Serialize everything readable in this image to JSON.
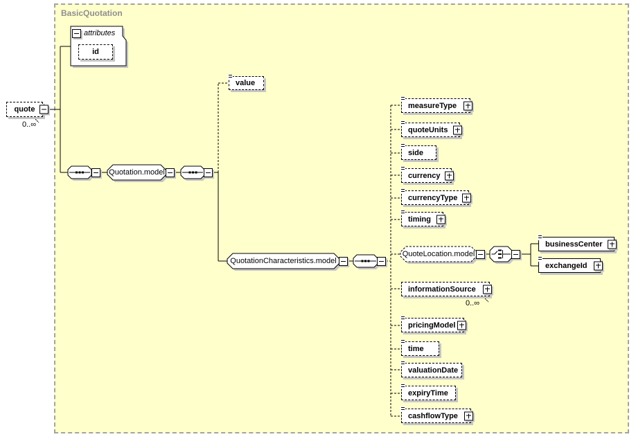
{
  "colors": {
    "container_bg": "#ffffcc",
    "shadow": "#c6c6c6",
    "group_label_color": "#8f8f8f"
  },
  "group": {
    "label": "BasicQuotation"
  },
  "root": {
    "label": "quote",
    "occurrence": "0..∞"
  },
  "attributes": {
    "label": "attributes",
    "items": [
      {
        "label": "id"
      }
    ]
  },
  "models": {
    "quotation": "Quotation.model",
    "quotationCharacteristics": "QuotationCharacteristics.model",
    "quoteLocation": "QuoteLocation.model"
  },
  "elements": {
    "value": "value",
    "measureType": "measureType",
    "quoteUnits": "quoteUnits",
    "side": "side",
    "currency": "currency",
    "currencyType": "currencyType",
    "timing": "timing",
    "businessCenter": "businessCenter",
    "exchangeId": "exchangeId",
    "informationSource": "informationSource",
    "pricingModel": "pricingModel",
    "time": "time",
    "valuationDate": "valuationDate",
    "expiryTime": "expiryTime",
    "cashflowType": "cashflowType"
  },
  "occurrences": {
    "informationSource": "0..∞"
  }
}
